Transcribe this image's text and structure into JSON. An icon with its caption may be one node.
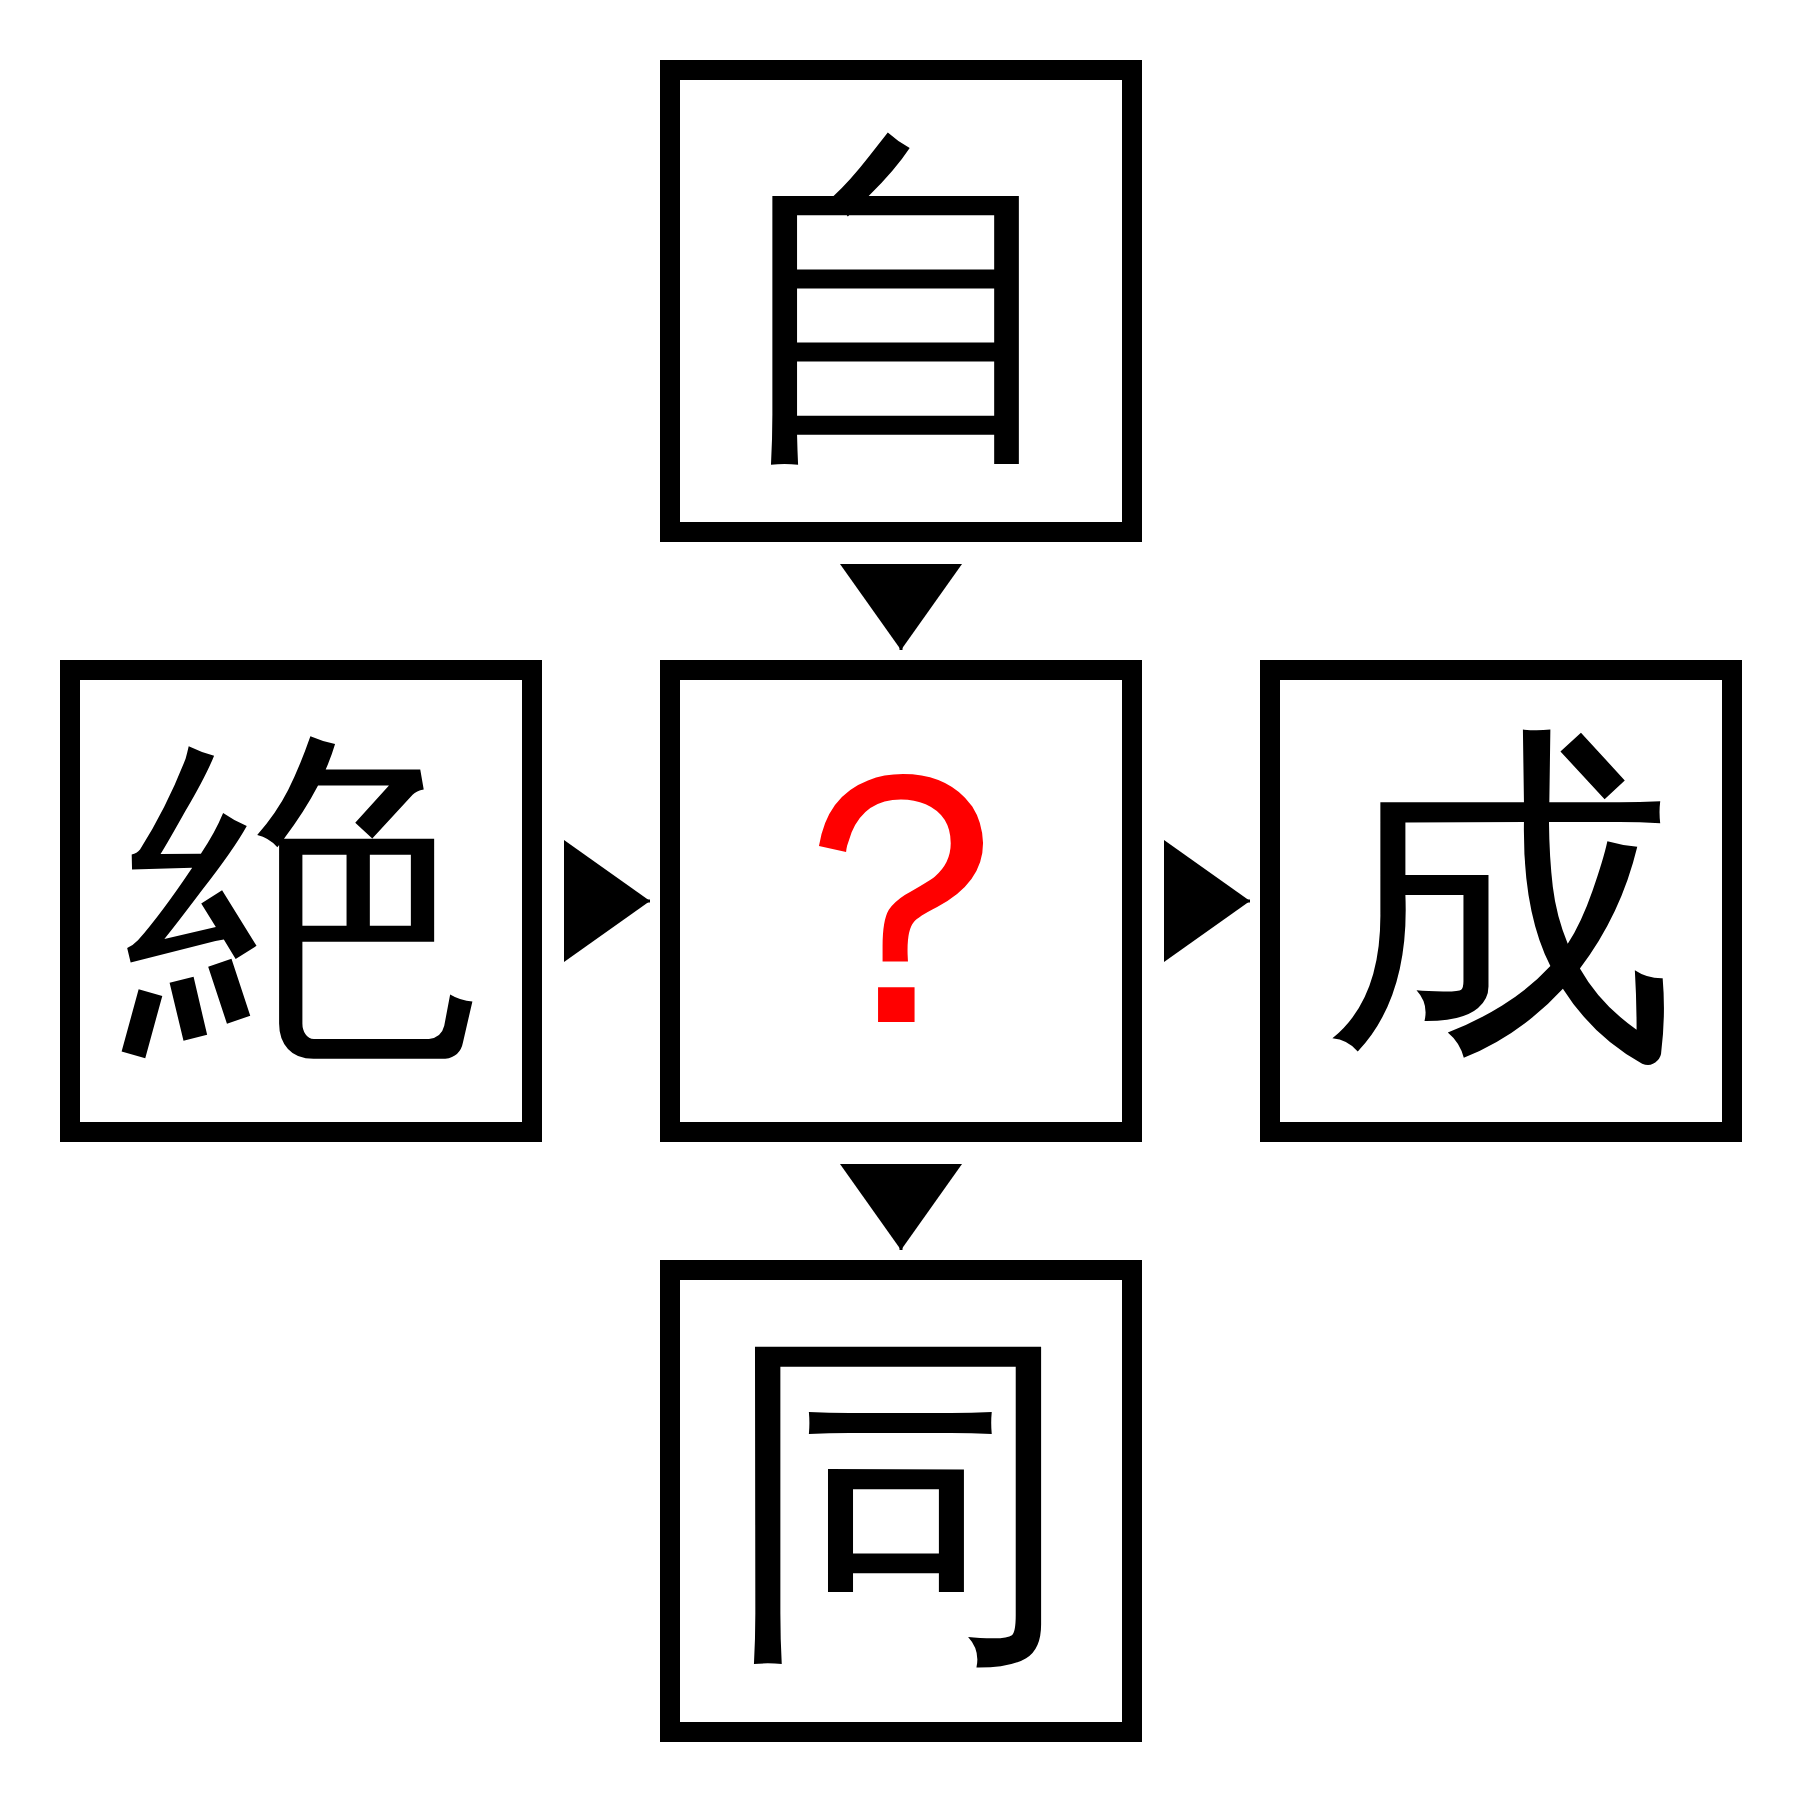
{
  "diagram": {
    "nodes": [
      {
        "text": [
          "自"
        ]
      },
      {
        "text": [
          "絶"
        ]
      },
      {
        "text": [
          "？"
        ]
      },
      {
        "text": [
          "成"
        ]
      },
      {
        "text": [
          "同"
        ]
      }
    ],
    "edges": [
      {
        "from": 0,
        "to": 2,
        "arrow": "to"
      },
      {
        "from": 1,
        "to": 2,
        "arrow": "to"
      },
      {
        "from": 2,
        "to": 3,
        "arrow": "to"
      },
      {
        "from": 2,
        "to": 4,
        "arrow": "to"
      }
    ]
  }
}
